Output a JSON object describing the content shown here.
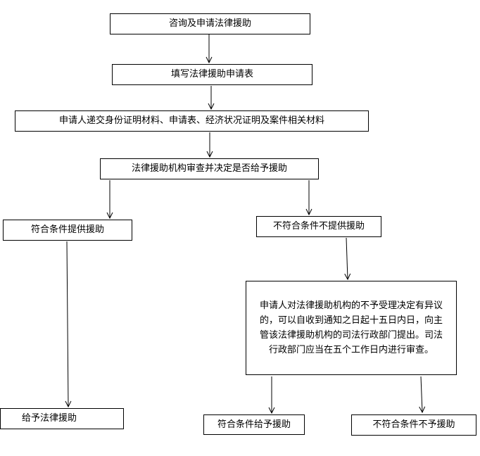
{
  "flowchart": {
    "steps": {
      "consult": "咨询及申请法律援助",
      "fill_form": "填写法律援助申请表",
      "submit_materials": "申请人递交身份证明材料、申请表、经济状况证明及案件相关材料",
      "review": "法律援助机构审查并决定是否给予援助",
      "eligible": "符合条件提供援助",
      "not_eligible": "不符合条件不提供援助",
      "objection": "申请人对法律援助机构的不予受理决定有异议的，可以自收到通知之日起十五日内日，向主管该法律援助机构的司法行政部门提出。司法行政部门应当在五个工作日内进行审查。",
      "grant_aid": "给予法律援助",
      "eligible_grant": "符合条件给予援助",
      "not_eligible_deny": "不符合条件不予援助"
    }
  }
}
